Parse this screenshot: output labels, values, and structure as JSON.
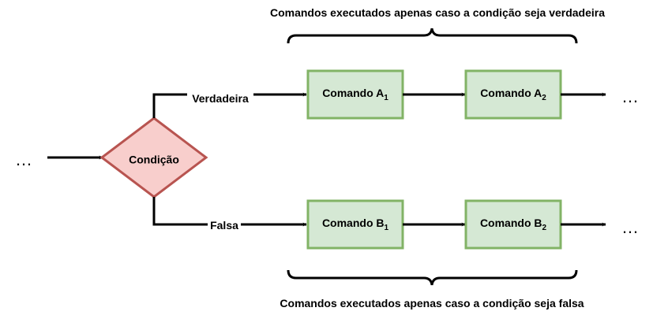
{
  "annotations": {
    "top": "Comandos executados apenas caso a condição seja verdadeira",
    "bottom": "Comandos executados apenas caso a condição seja falsa"
  },
  "condition": {
    "label": "Condição"
  },
  "branches": {
    "true_label": "Verdadeira",
    "false_label": "Falsa"
  },
  "commands": {
    "a1": {
      "base": "Comando A",
      "sub": "1"
    },
    "a2": {
      "base": "Comando A",
      "sub": "2"
    },
    "b1": {
      "base": "Comando B",
      "sub": "1"
    },
    "b2": {
      "base": "Comando B",
      "sub": "2"
    }
  },
  "ellipsis": {
    "start": "…",
    "top_end": "…",
    "bottom_end": "…"
  },
  "colors": {
    "box_fill": "#d5e8d4",
    "box_stroke": "#82b366",
    "diamond_fill": "#f8cecc",
    "diamond_stroke": "#b85450",
    "line": "#000000"
  }
}
